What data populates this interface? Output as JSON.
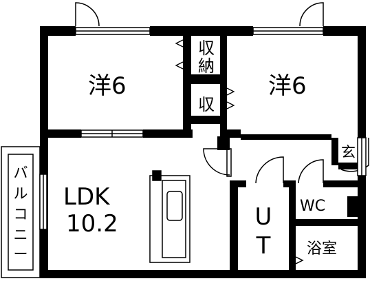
{
  "rooms": {
    "western_room_left": "洋6",
    "western_room_right": "洋6",
    "storage_upper": "収",
    "storage_upper_2": "納",
    "storage_middle": "収",
    "ldk_line1": "LDK",
    "ldk_line2": "10.2",
    "balcony": [
      "バ",
      "ル",
      "コ",
      "ニ",
      "ー"
    ],
    "entrance": "玄",
    "washroom_u": "U",
    "washroom_t": "T",
    "toilet": "WC",
    "bathroom": "浴室"
  },
  "colors": {
    "wall": "#000000",
    "background": "#ffffff"
  }
}
